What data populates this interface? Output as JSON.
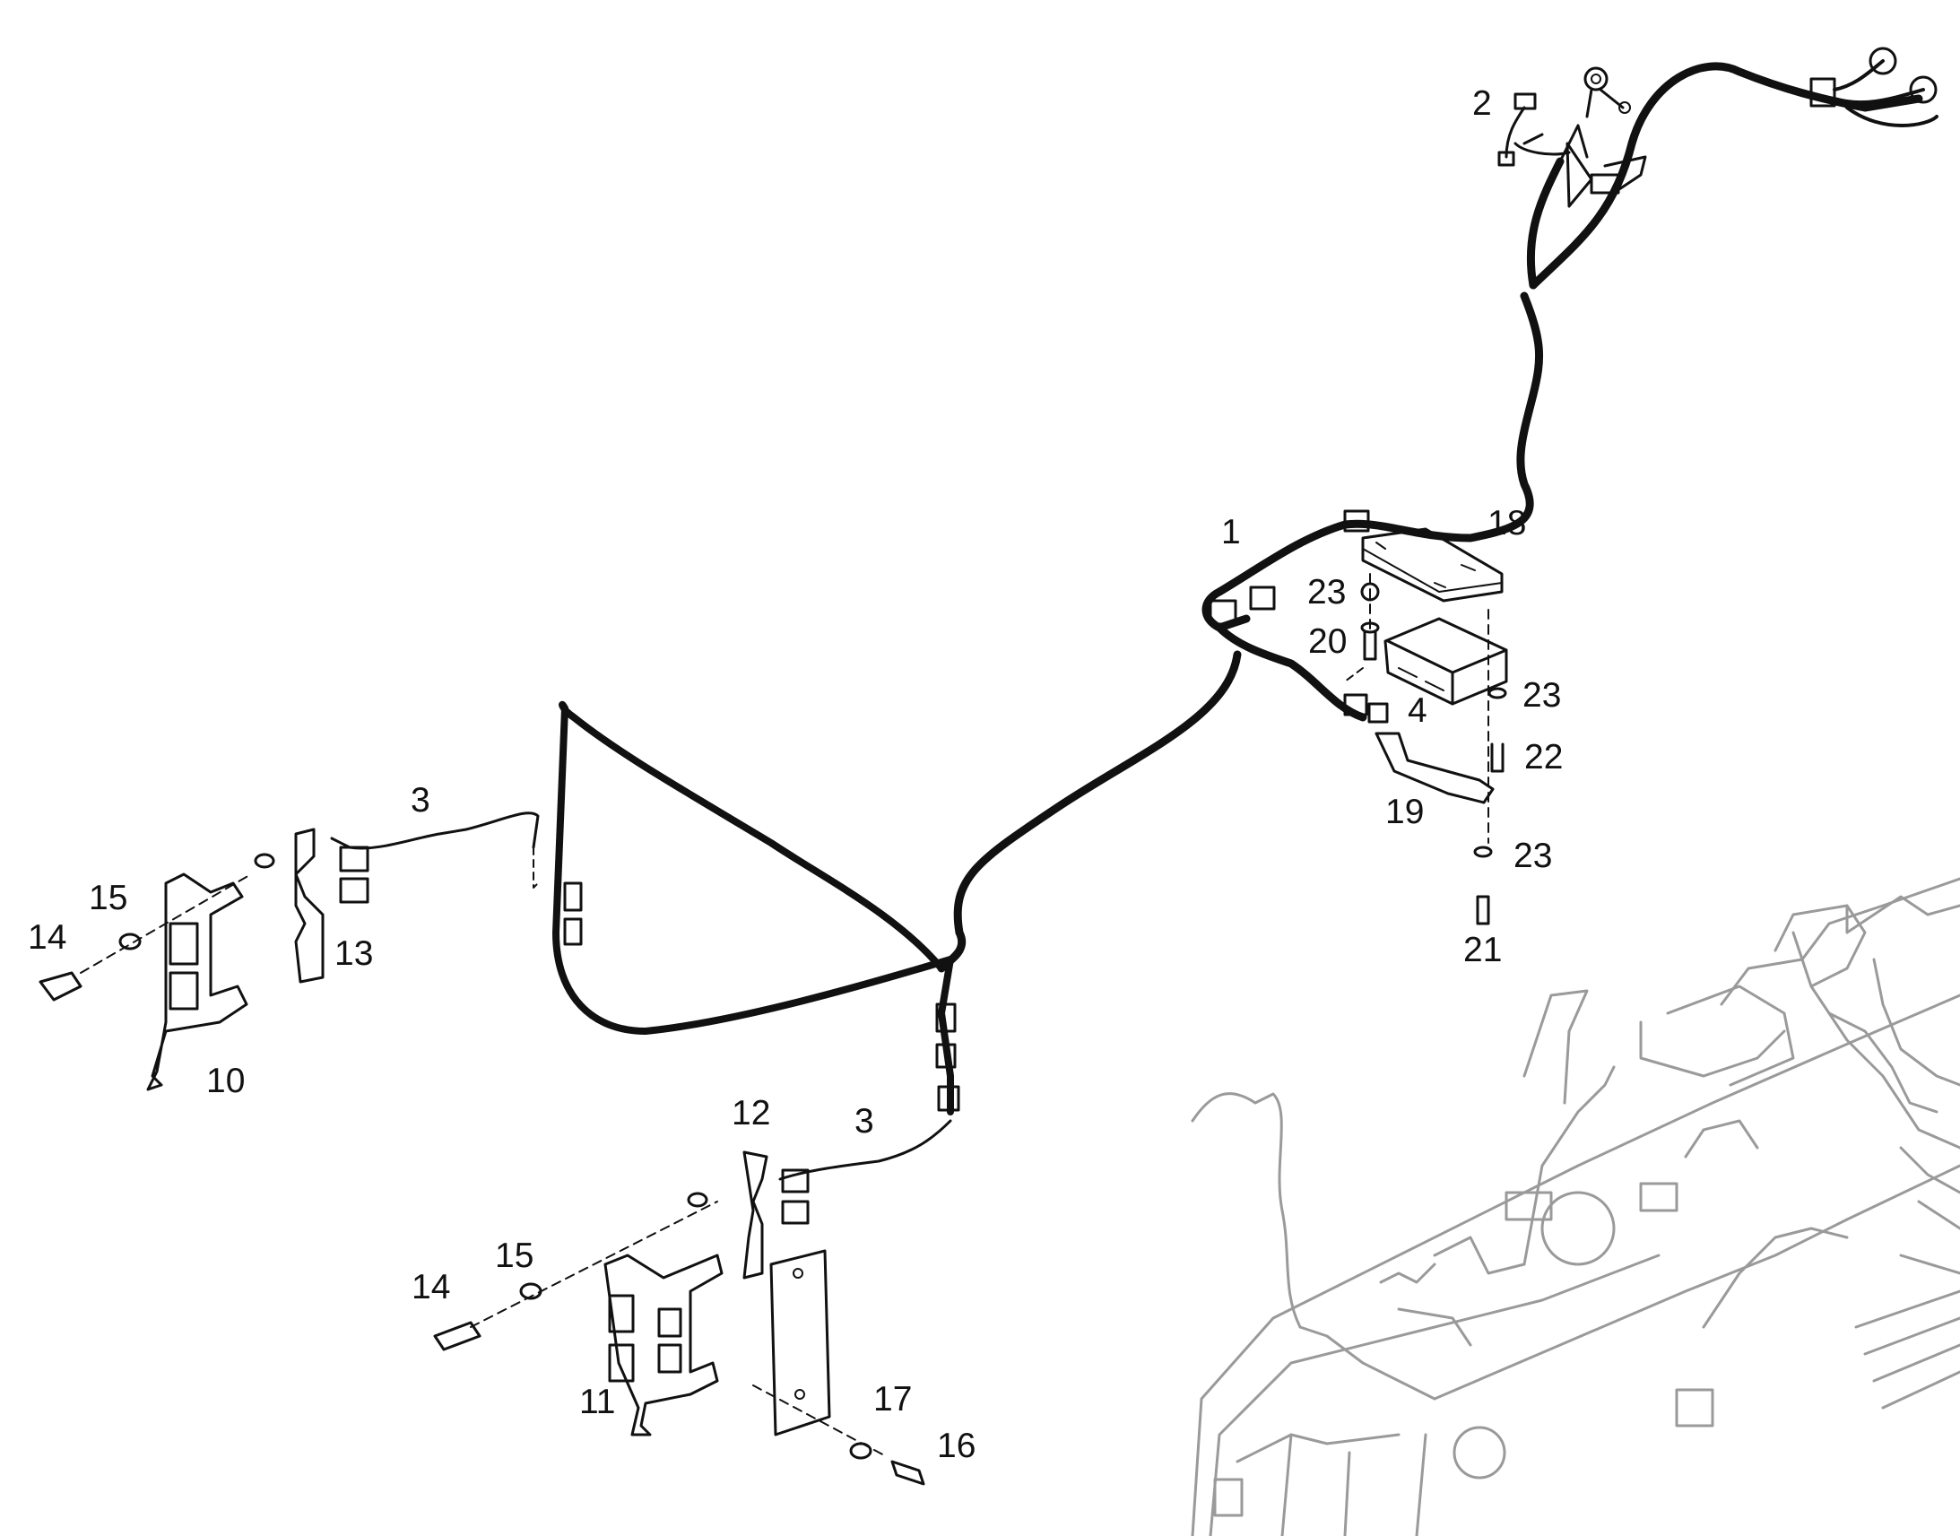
{
  "diagram": {
    "callouts": [
      {
        "id": "c1",
        "text": "1"
      },
      {
        "id": "c2",
        "text": "2"
      },
      {
        "id": "c3a",
        "text": "3"
      },
      {
        "id": "c3b",
        "text": "3"
      },
      {
        "id": "c4",
        "text": "4"
      },
      {
        "id": "c10",
        "text": "10"
      },
      {
        "id": "c11",
        "text": "11"
      },
      {
        "id": "c12",
        "text": "12"
      },
      {
        "id": "c13",
        "text": "13"
      },
      {
        "id": "c14a",
        "text": "14"
      },
      {
        "id": "c14b",
        "text": "14"
      },
      {
        "id": "c15a",
        "text": "15"
      },
      {
        "id": "c15b",
        "text": "15"
      },
      {
        "id": "c16",
        "text": "16"
      },
      {
        "id": "c17",
        "text": "17"
      },
      {
        "id": "c18",
        "text": "18"
      },
      {
        "id": "c19",
        "text": "19"
      },
      {
        "id": "c20",
        "text": "20"
      },
      {
        "id": "c21",
        "text": "21"
      },
      {
        "id": "c22",
        "text": "22"
      },
      {
        "id": "c23a",
        "text": "23"
      },
      {
        "id": "c23b",
        "text": "23"
      },
      {
        "id": "c23c",
        "text": "23"
      }
    ],
    "colors": {
      "line": "#111111",
      "machine": "#9a9a9a",
      "background": "#ffffff"
    }
  }
}
